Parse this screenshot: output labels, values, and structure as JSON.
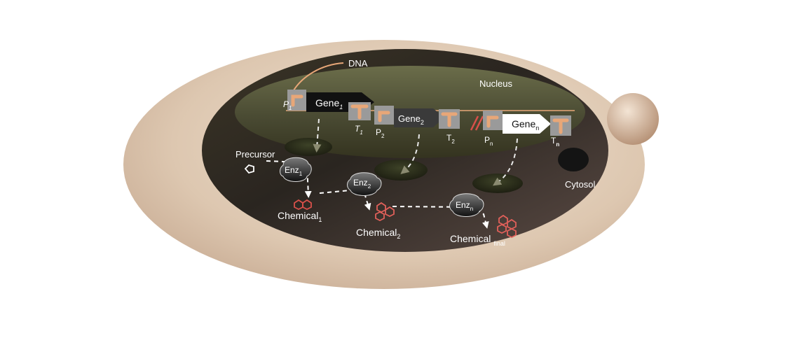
{
  "labels": {
    "dna": "DNA",
    "nucleus": "Nucleus",
    "cytosol": "Cytosol",
    "precursor": "Precursor"
  },
  "genes": [
    {
      "name": "Gene",
      "sub": "1",
      "promoter": "P",
      "promoter_sub": "1",
      "terminator": "T",
      "terminator_sub": "1"
    },
    {
      "name": "Gene",
      "sub": "2",
      "promoter": "P",
      "promoter_sub": "2",
      "terminator": "T",
      "terminator_sub": "2"
    },
    {
      "name": "Gene",
      "sub": "n",
      "promoter": "P",
      "promoter_sub": "n",
      "terminator": "T",
      "terminator_sub": "n"
    }
  ],
  "enzymes": [
    {
      "name": "Enz",
      "sub": "1"
    },
    {
      "name": "Enz",
      "sub": "2"
    },
    {
      "name": "Enz",
      "sub": "n"
    }
  ],
  "chemicals": [
    {
      "name": "Chemical",
      "sub": "1"
    },
    {
      "name": "Chemical",
      "sub": "2"
    },
    {
      "name": "Chemical",
      "sub": "final"
    }
  ],
  "colors": {
    "cell_outer": "#dcc8b2",
    "nucleus": "#4c4a36",
    "promoter": "#e8a778",
    "chemical": "#d9504a",
    "gene1_block": "#111111",
    "gene2_block": "#3a3a3a",
    "genen_block": "#ffffff"
  }
}
